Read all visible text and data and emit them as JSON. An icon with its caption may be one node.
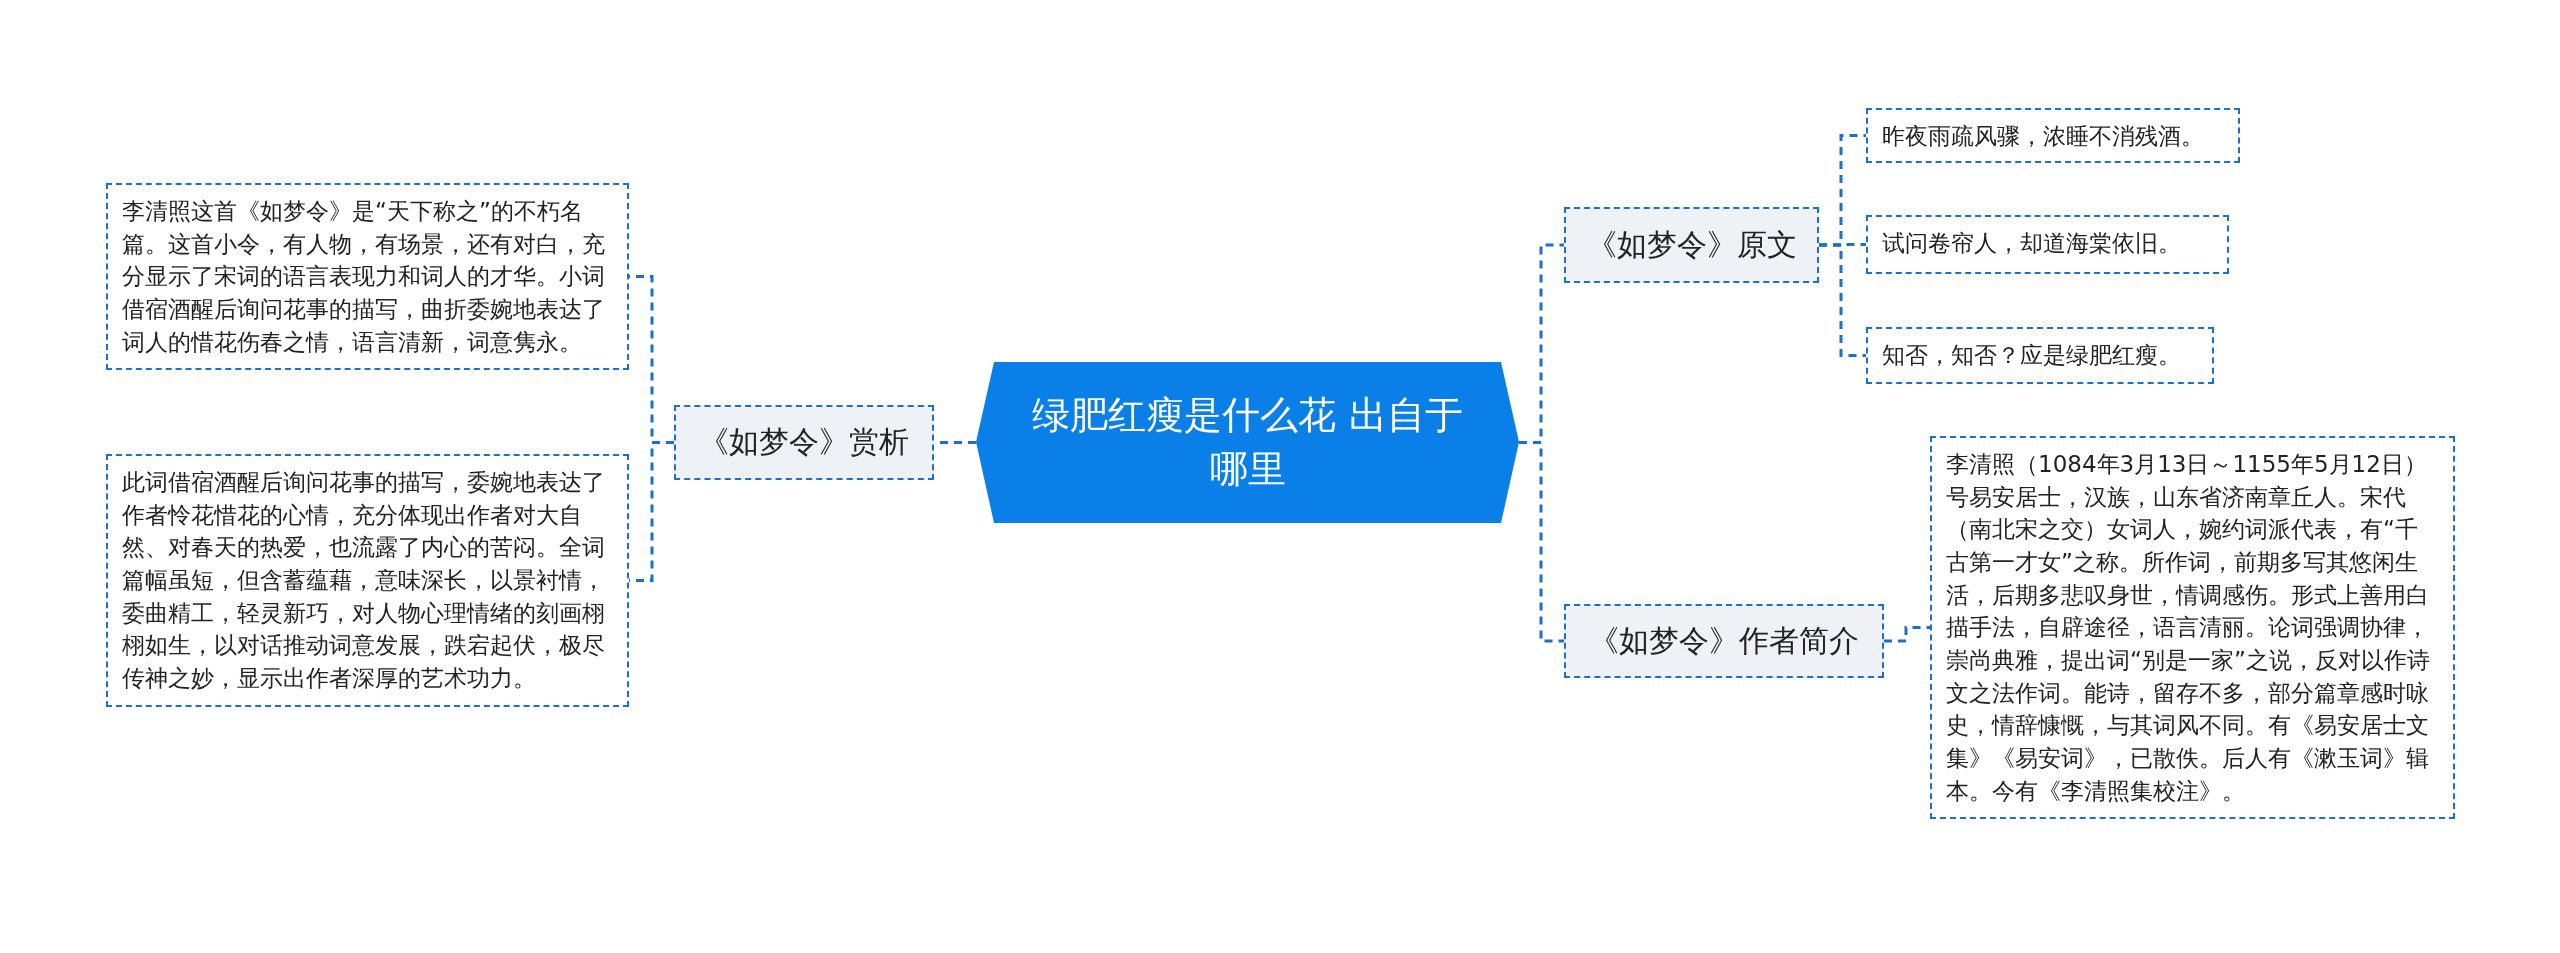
{
  "diagram": {
    "nodes": [
      {
        "text": [
          "绿肥红瘦是什么花 出自于哪里"
        ]
      },
      {
        "text": [
          "《如梦令》原文"
        ]
      },
      {
        "text": [
          "昨夜雨疏风骤，浓睡不消残酒。"
        ]
      },
      {
        "text": [
          "试问卷帘人，却道海棠依旧。"
        ]
      },
      {
        "text": [
          "知否，知否？应是绿肥红瘦。"
        ]
      },
      {
        "text": [
          "《如梦令》作者简介"
        ]
      },
      {
        "text": [
          "李清照（1084年3月13日～1155年5月12日）号易安居士，汉族，山东省济南章丘人。宋代（南北宋之交）女词人，婉约词派代表，有“千古第一才女”之称。所作词，前期多写其悠闲生活，后期多悲叹身世，情调感伤。形式上善用白描手法，自辟途径，语言清丽。论词强调协律，崇尚典雅，提出词“别是一家”之说，反对以作诗文之法作词。能诗，留存不多，部分篇章感时咏史，情辞慷慨，与其词风不同。有《易安居士文集》《易安词》，已散佚。后人有《漱玉词》辑本。今有《李清照集校注》。"
        ]
      },
      {
        "text": [
          "《如梦令》赏析"
        ]
      },
      {
        "text": [
          "李清照这首《如梦令》是“天下称之”的不朽名篇。这首小令，有人物，有场景，还有对白，充分显示了宋词的语言表现力和词人的才华。小词借宿酒醒后询问花事的描写，曲折委婉地表达了词人的惜花伤春之情，语言清新，词意隽永。"
        ]
      },
      {
        "text": [
          "此词借宿酒醒后询问花事的描写，委婉地表达了作者怜花惜花的心情，充分体现出作者对大自然、对春天的热爱，也流露了内心的苦闷。全词篇幅虽短，但含蓄蕴藉，意味深长，以景衬情，委曲精工，轻灵新巧，对人物心理情绪的刻画栩栩如生，以对话推动词意发展，跌宕起伏，极尽传神之妙，显示出作者深厚的艺术功力。"
        ]
      }
    ],
    "edges": [
      {
        "from": 0,
        "to": 1,
        "arrow": "none"
      },
      {
        "from": 1,
        "to": 2,
        "arrow": "none"
      },
      {
        "from": 1,
        "to": 3,
        "arrow": "none"
      },
      {
        "from": 1,
        "to": 4,
        "arrow": "none"
      },
      {
        "from": 0,
        "to": 5,
        "arrow": "none"
      },
      {
        "from": 5,
        "to": 6,
        "arrow": "none"
      },
      {
        "from": 0,
        "to": 7,
        "arrow": "none"
      },
      {
        "from": 7,
        "to": 8,
        "arrow": "none"
      },
      {
        "from": 7,
        "to": 9,
        "arrow": "none"
      }
    ]
  }
}
